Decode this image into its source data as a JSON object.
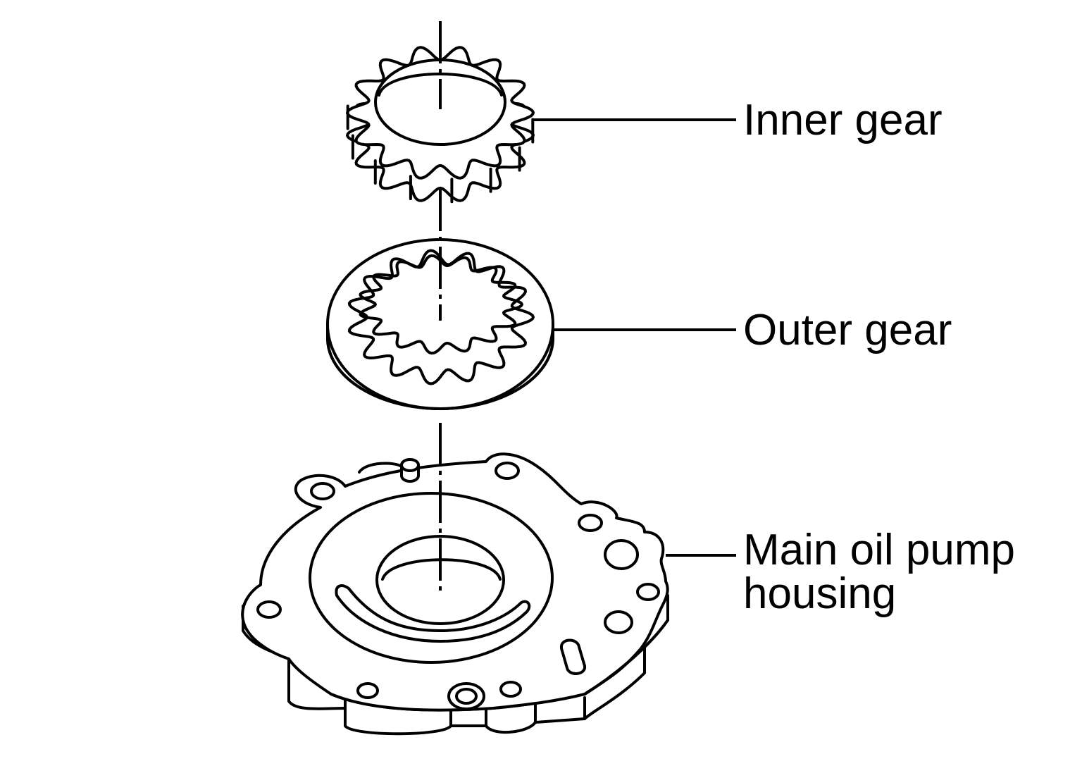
{
  "labels": {
    "inner_gear": "Inner gear",
    "outer_gear": "Outer gear",
    "housing_line1": "Main oil pump",
    "housing_line2": "housing"
  },
  "colors": {
    "line": "#000000",
    "background": "#ffffff"
  }
}
